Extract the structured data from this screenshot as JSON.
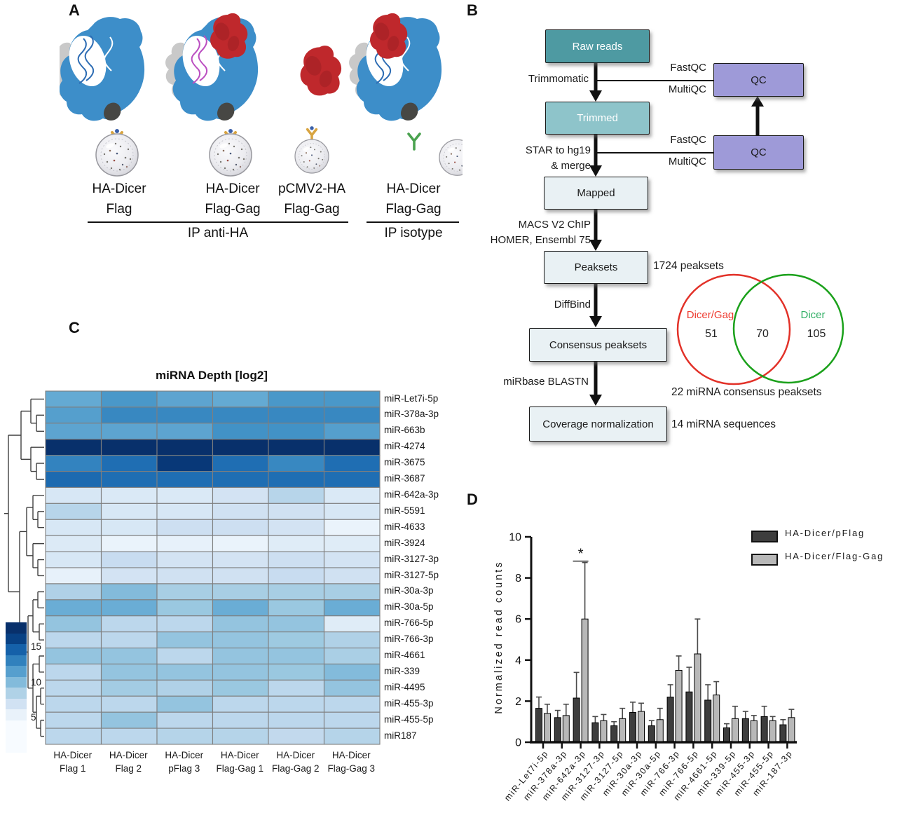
{
  "panel_a": {
    "label": "A",
    "constructs": [
      {
        "line1": "HA-Dicer",
        "line2": "Flag"
      },
      {
        "line1": "HA-Dicer",
        "line2": "Flag-Gag"
      },
      {
        "line1": "pCMV2-HA",
        "line2": "Flag-Gag"
      },
      {
        "line1": "HA-Dicer",
        "line2": "Flag-Gag"
      }
    ],
    "ip_groups": [
      {
        "label": "IP anti-HA"
      },
      {
        "label": "IP isotype"
      }
    ]
  },
  "panel_b": {
    "label": "B",
    "boxes": {
      "raw": "Raw reads",
      "trimmed": "Trimmed",
      "mapped": "Mapped",
      "peaksets": "Peaksets",
      "consensus": "Consensus peaksets",
      "coverage": "Coverage normalization",
      "qc1": "QC",
      "qc2": "QC"
    },
    "steps": {
      "trimmomatic": "Trimmomatic",
      "fastqc1": "FastQC",
      "multiqc1": "MultiQC",
      "star_line1": "STAR to hg19",
      "star_line2": "& merge",
      "fastqc2": "FastQC",
      "multiqc2": "MultiQC",
      "macs_line1": "MACS V2 ChIP",
      "macs_line2": "HOMER, Ensembl 75",
      "diffbind": "DiffBind",
      "mirbase": "miRbase BLASTN"
    },
    "annotations": {
      "peaksets_count": "1724 peaksets",
      "sequences_count": "14 miRNA sequences"
    },
    "venn": {
      "left_label": "Dicer/Gag",
      "left_count": "51",
      "overlap_count": "70",
      "right_label": "Dicer",
      "right_count": "105",
      "caption": "22 miRNA consensus peaksets",
      "left_color": "#e23128",
      "right_color": "#1ba11b",
      "left_text_color": "#ee3b30",
      "right_text_color": "#2fae64"
    }
  },
  "panel_c": {
    "label": "C"
  },
  "panel_d": {
    "label": "D"
  },
  "chart_data": [
    {
      "type": "heatmap",
      "title": "miRNA Depth [log2]",
      "rows": [
        "miR-Let7i-5p",
        "miR-378a-3p",
        "miR-663b",
        "miR-4274",
        "miR-3675",
        "miR-3687",
        "miR-642a-3p",
        "miR-5591",
        "miR-4633",
        "miR-3924",
        "miR-3127-3p",
        "miR-3127-5p",
        "miR-30a-3p",
        "miR-30a-5p",
        "miR-766-5p",
        "miR-766-3p",
        "miR-4661",
        "miR-339",
        "miR-4495",
        "miR-455-3p",
        "miR-455-5p",
        "miR187"
      ],
      "columns": [
        [
          "HA-Dicer",
          "Flag 1"
        ],
        [
          "HA-Dicer",
          "Flag 2"
        ],
        [
          "HA-Dicer",
          "pFlag 3"
        ],
        [
          "HA-Dicer",
          "Flag-Gag 1"
        ],
        [
          "HA-Dicer",
          "Flag-Gag 2"
        ],
        [
          "HA-Dicer",
          "Flag-Gag 3"
        ]
      ],
      "values": [
        [
          11.0,
          12.0,
          11.3,
          11.0,
          12.0,
          12.0
        ],
        [
          11.6,
          12.8,
          12.8,
          12.8,
          12.8,
          12.8
        ],
        [
          11.3,
          11.3,
          11.3,
          12.3,
          12.3,
          11.6
        ],
        [
          17.0,
          17.0,
          17.0,
          17.0,
          17.0,
          17.0
        ],
        [
          13.0,
          14.0,
          16.6,
          14.0,
          12.8,
          14.0
        ],
        [
          14.2,
          14.0,
          14.0,
          14.0,
          14.0,
          14.0
        ],
        [
          6.5,
          6.3,
          6.3,
          6.8,
          8.2,
          6.3
        ],
        [
          8.2,
          6.5,
          6.5,
          7.0,
          7.0,
          6.5
        ],
        [
          6.5,
          6.5,
          7.2,
          7.2,
          6.8,
          5.3
        ],
        [
          6.2,
          5.3,
          5.5,
          5.3,
          6.0,
          6.0
        ],
        [
          6.5,
          7.5,
          6.8,
          6.8,
          7.2,
          6.8
        ],
        [
          5.5,
          6.8,
          7.0,
          7.0,
          7.5,
          7.0
        ],
        [
          8.5,
          10.0,
          8.8,
          8.8,
          8.8,
          8.8
        ],
        [
          10.8,
          10.8,
          9.3,
          10.8,
          9.3,
          10.8
        ],
        [
          9.5,
          8.0,
          8.0,
          9.5,
          9.5,
          6.0
        ],
        [
          8.0,
          8.0,
          9.5,
          9.5,
          9.2,
          8.5
        ],
        [
          9.5,
          9.5,
          8.0,
          9.5,
          9.5,
          8.7
        ],
        [
          8.0,
          9.5,
          9.5,
          9.5,
          9.3,
          10.0
        ],
        [
          8.0,
          9.0,
          8.5,
          9.3,
          8.0,
          9.5
        ],
        [
          8.0,
          8.0,
          9.5,
          8.0,
          8.0,
          8.0
        ],
        [
          8.0,
          9.5,
          8.0,
          8.0,
          8.0,
          8.0
        ],
        [
          8.0,
          8.0,
          8.3,
          8.3,
          7.8,
          8.3
        ]
      ],
      "colorbar_ticks": [
        15,
        10,
        5
      ],
      "colorbar_range": [
        18.5,
        0
      ],
      "colormap": "Blues"
    },
    {
      "type": "bar",
      "ylabel": "Normalized read counts",
      "ylim": [
        0,
        10
      ],
      "yticks": [
        0,
        2,
        4,
        6,
        8,
        10
      ],
      "categories": [
        "miR-Let7i-5p",
        "miR-378a-3p",
        "miR-642a-3p",
        "miR-3127-3p",
        "miR-3127-5p",
        "miR-30a-3p",
        "miR-30a-5p",
        "miR-766-3p",
        "miR-766-5p",
        "miR-4661-5p",
        "miR-339-5p",
        "miR-455-3p",
        "miR-455-5p",
        "miR-187-3p"
      ],
      "series": [
        {
          "name": "HA-Dicer/pFlag",
          "color": "#3d3d3d",
          "values": [
            1.65,
            1.2,
            2.15,
            0.95,
            0.8,
            1.45,
            0.8,
            2.2,
            2.45,
            2.05,
            0.7,
            1.15,
            1.25,
            0.85
          ],
          "errors": [
            0.55,
            0.35,
            1.25,
            0.3,
            0.2,
            0.5,
            0.25,
            0.6,
            1.2,
            0.75,
            0.2,
            0.35,
            0.5,
            0.25
          ]
        },
        {
          "name": "HA-Dicer/Flag-Gag",
          "color": "#b8b8b8",
          "values": [
            1.4,
            1.3,
            6.0,
            1.05,
            1.15,
            1.5,
            1.1,
            3.5,
            4.3,
            2.3,
            1.15,
            1.05,
            1.05,
            1.2
          ],
          "errors": [
            0.45,
            0.55,
            2.75,
            0.3,
            0.5,
            0.4,
            0.55,
            0.7,
            1.7,
            0.65,
            0.6,
            0.25,
            0.2,
            0.4
          ]
        }
      ],
      "significance": [
        {
          "category": "miR-642a-3p",
          "marker": "*"
        }
      ],
      "legend_position": "top-right",
      "grid": false
    }
  ]
}
